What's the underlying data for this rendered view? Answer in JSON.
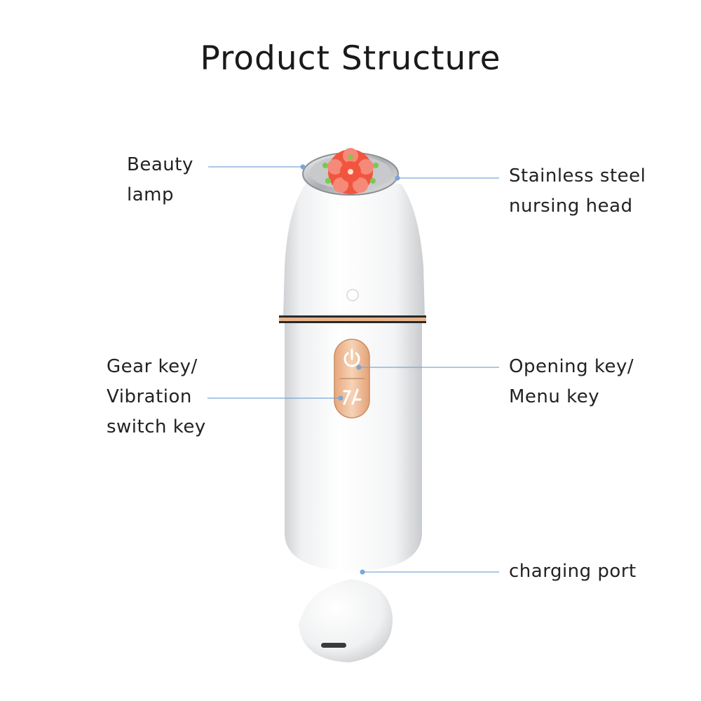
{
  "title": "Product Structure",
  "labels": {
    "beauty_lamp": [
      "Beauty",
      "lamp"
    ],
    "stainless_steel_head": [
      "Stainless steel",
      "nursing head"
    ],
    "gear_key": [
      "Gear key/",
      "Vibration",
      "switch key"
    ],
    "opening_key": [
      "Opening key/",
      "Menu key"
    ],
    "charging_port": [
      "charging port"
    ]
  },
  "colors": {
    "leader_line": "#7aa6d6",
    "accent_gold": "#e8b48c",
    "lamp_red": "#f2553f",
    "lamp_green": "#7cc94e"
  },
  "icons": {
    "power_key": "power-icon",
    "gear_key": "gear-switch-icon"
  }
}
